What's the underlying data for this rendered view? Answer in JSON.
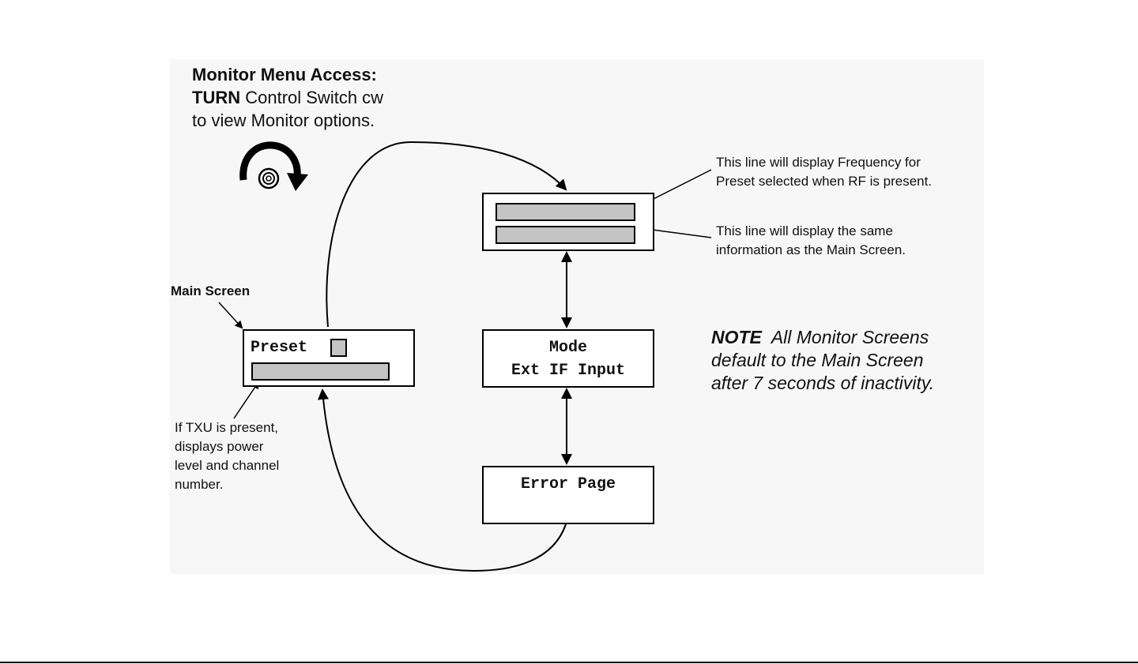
{
  "title": {
    "line1": "Monitor Menu Access:",
    "line2_bold": "TURN",
    "line2_rest": " Control Switch cw",
    "line3": "to view Monitor options."
  },
  "main_screen": {
    "label": "Main Screen",
    "lcd_text": "Preset"
  },
  "txu_note": {
    "line1": "If TXU is present,",
    "line2": "displays power",
    "line3": "level and channel",
    "line4": "number."
  },
  "freq_callout": {
    "line1": "This line will display Frequency for",
    "line2": "Preset selected when RF is present."
  },
  "same_callout": {
    "line1": "This line will display the same",
    "line2": "information as the Main Screen."
  },
  "mode_screen": {
    "line1": "Mode",
    "line2": "Ext IF Input"
  },
  "error_screen": {
    "text": "Error Page"
  },
  "note": {
    "bold": "NOTE",
    "line1_rest": "  All Monitor Screens",
    "line2": "default to the Main Screen",
    "line3": "after 7 seconds of inactivity."
  },
  "icons": {
    "rotate": "rotate-clockwise-icon",
    "knob": "control-knob-icon"
  },
  "colors": {
    "bar_fill": "#c4c4c4",
    "panel_bg": "#f7f7f7"
  }
}
